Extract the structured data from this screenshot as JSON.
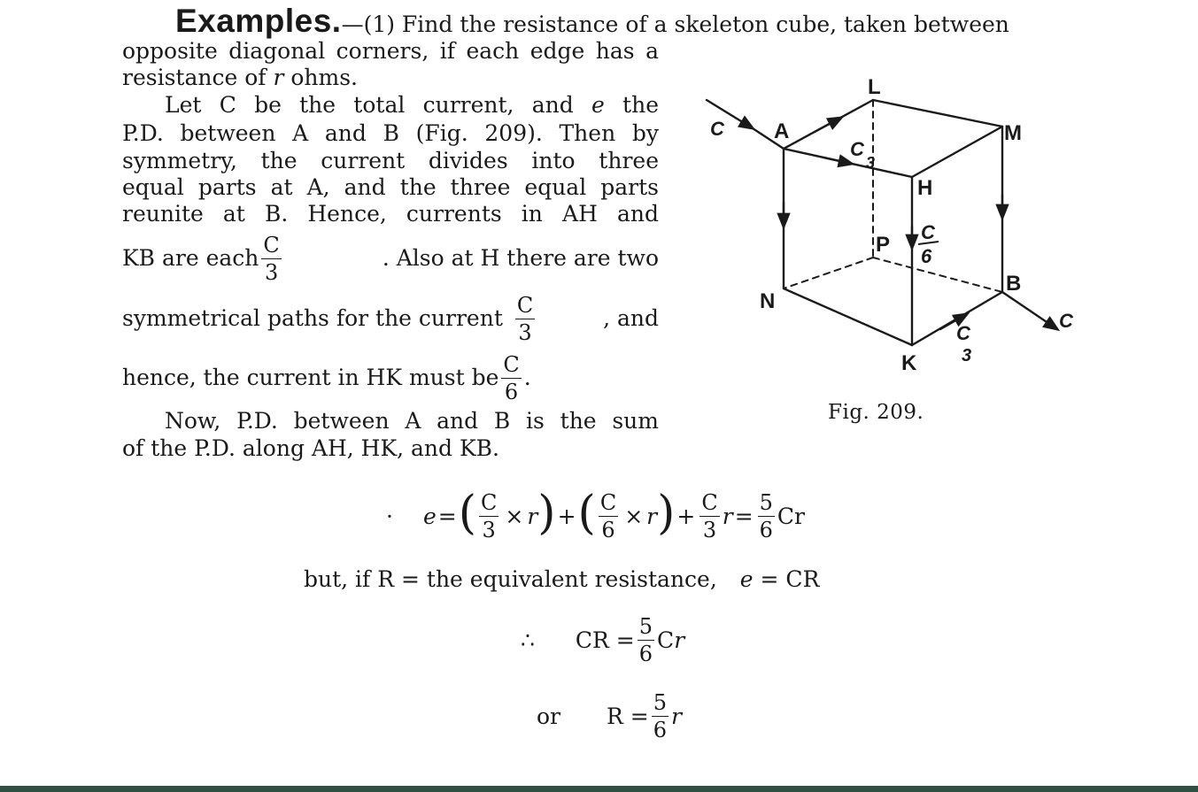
{
  "text": {
    "examples_heading": "Examples.",
    "examples_dash": "—(1) Find the resistance of a skeleton cube, taken between",
    "line2": "opposite diagonal corners, if each edge has a",
    "line3a": "resistance of ",
    "line3_r": "r",
    "line3b": " ohms.",
    "p2_line1a": "Let C be the total current, and ",
    "p2_line1_e": "e",
    "p2_line1b": " the",
    "p2_line2": "P.D. between A and B (Fig. 209).   Then by",
    "p2_line3": "symmetry, the current divides into three",
    "p2_line4": "equal parts at A, and the three equal parts",
    "p2_line5": "reunite at B.   Hence, currents in AH and",
    "p2_line6a": "KB are each",
    "p2_line6b": ".     Also at H there are two",
    "p2_line7a": "symmetrical paths for the current",
    "p2_line7b": ",  and",
    "p2_line8a": "hence, the current in HK must be",
    "p2_line8b": ".",
    "p3_line1": "Now, P.D. between A and B is the sum",
    "p3_line2": "of the P.D. along AH, HK, and KB.",
    "frac_C": "C",
    "frac_3": "3",
    "frac_6": "6",
    "frac_5": "5",
    "eq1_dot": "·",
    "eq1_e": "e",
    "eq1_eq": "=",
    "eq1_x": "×",
    "eq1_r": "r",
    "eq1_plus": "+",
    "eq1_Cr": "Cr",
    "but_line": "but, if R = the equivalent resistance,",
    "but_e": "e",
    "but_eqCR": " = CR",
    "therefore": "∴",
    "eq3_CR": "CR =",
    "eq3_C": "C",
    "eq3_r": "r",
    "or": "or",
    "eq4_R": "R =",
    "eq4_r": "r",
    "caption": "Fig. 209."
  },
  "figure": {
    "labels": {
      "A": "A",
      "L": "L",
      "M": "M",
      "H": "H",
      "P": "P",
      "B": "B",
      "N": "N",
      "K": "K",
      "c_in": "C",
      "c_out": "C",
      "c3_top": "C",
      "c3_top_den": "3",
      "c6": "C",
      "c6_den": "6",
      "c3_bot": "C",
      "c3_bot_den": "3"
    }
  }
}
